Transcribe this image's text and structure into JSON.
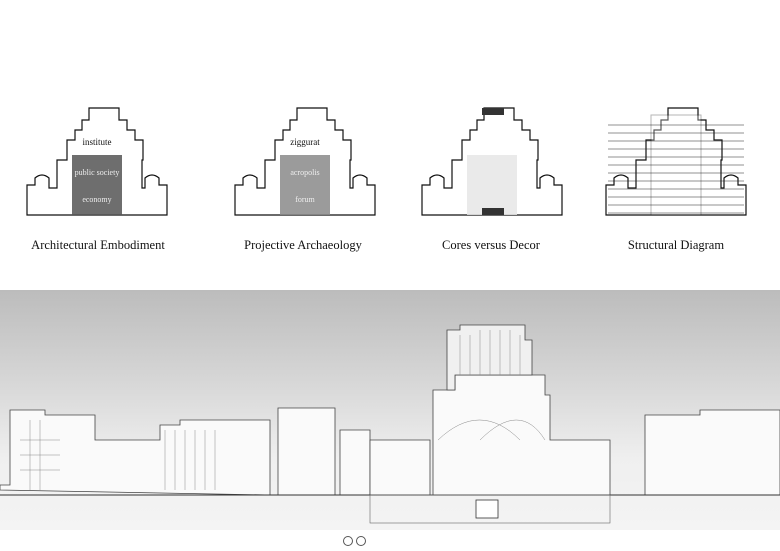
{
  "diagrams": [
    {
      "caption": "Architectural Embodiment",
      "labels": [
        "institute",
        "public society",
        "economy"
      ],
      "fill": "#555555"
    },
    {
      "caption": "Projective Archaeology",
      "labels": [
        "ziggurat",
        "acropolis",
        "forum"
      ],
      "fill": "#8a8a8a"
    },
    {
      "caption": "Cores versus Decor",
      "labels": [],
      "fill": "#e6e6e6"
    },
    {
      "caption": "Structural Diagram",
      "labels": [],
      "fill": "#ffffff"
    }
  ],
  "carousel": {
    "pages": 2,
    "current": 1
  }
}
